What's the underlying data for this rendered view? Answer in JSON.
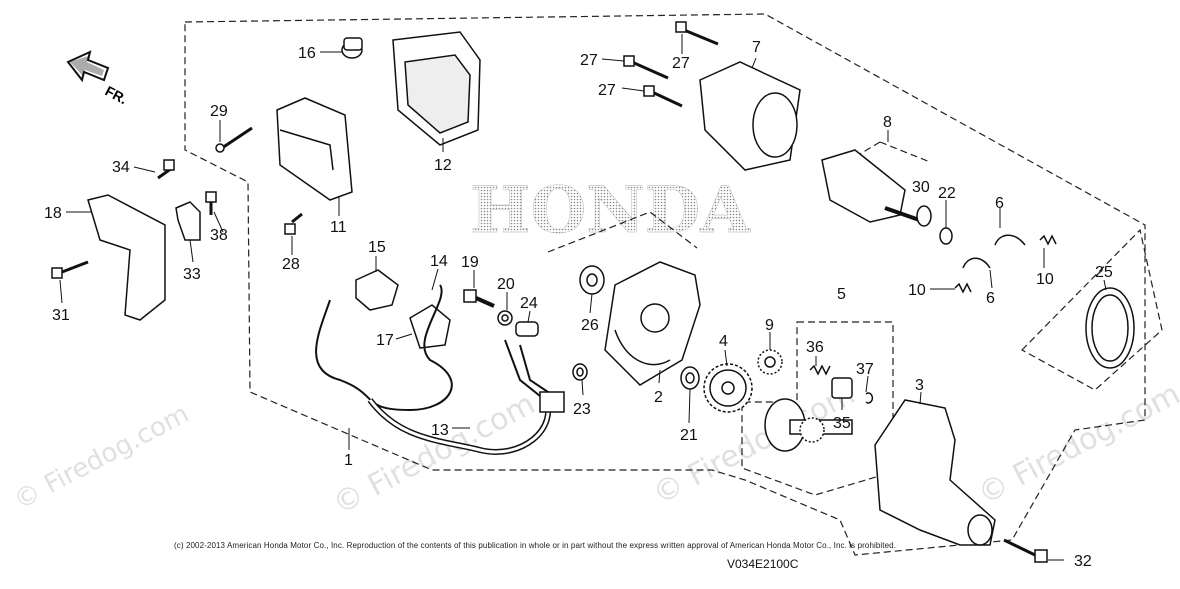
{
  "fr_label": "FR.",
  "brand_label": "HONDA",
  "watermark": "© Firedog.com",
  "copyright": "(c) 2002-2013 American Honda Motor Co., Inc. Reproduction of the contents of this publication in whole or in part without the express written approval of American Honda Motor Co., Inc. is prohibited.",
  "diagram_code": "V034E2100C",
  "callouts": [
    "1",
    "2",
    "3",
    "4",
    "5",
    "6",
    "6",
    "7",
    "8",
    "9",
    "10",
    "10",
    "11",
    "12",
    "13",
    "14",
    "15",
    "16",
    "17",
    "18",
    "19",
    "20",
    "21",
    "22",
    "23",
    "24",
    "25",
    "26",
    "27",
    "27",
    "27",
    "28",
    "29",
    "30",
    "31",
    "32",
    "33",
    "34",
    "35",
    "36",
    "37",
    "38"
  ]
}
